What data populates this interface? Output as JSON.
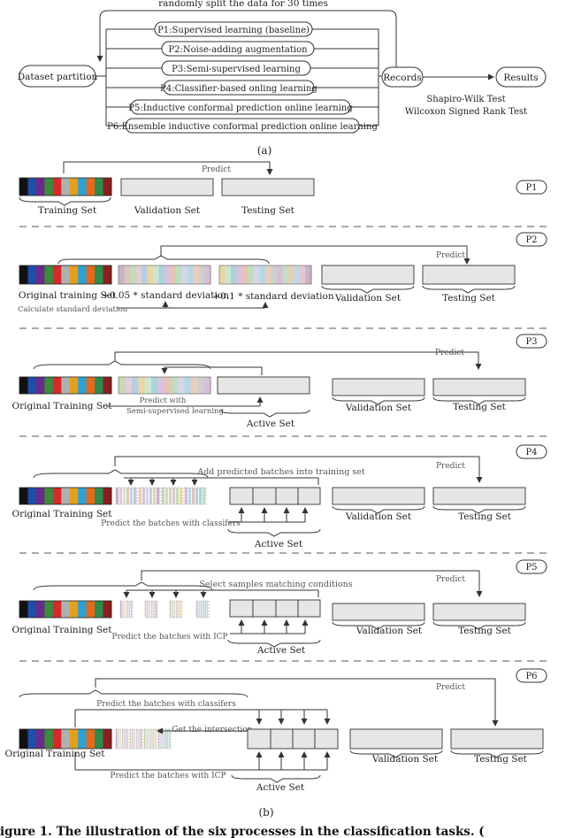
{
  "part_a": {
    "top_label": "randomly split the data for 30 times",
    "dataset_partition": "Dataset partition",
    "processes": [
      "P1:Supervised learning (baseline)",
      "P2:Noise-adding augmentation",
      "P3:Semi-supervised learning",
      "P4:Classifier-based onling learning",
      "P5:Inductive conformal prediction online learning",
      "P6:Ensemble inductive conformal prediction online learning"
    ],
    "records": "Records",
    "results": "Results",
    "test1": "Shapiro-Wilk Test",
    "test2": "Wilcoxon Signed Rank Test",
    "sublabel": "(a)"
  },
  "colors": {
    "bar": [
      "#111111",
      "#1f4ea8",
      "#6a2a8c",
      "#3c8a3c",
      "#d42a2a",
      "#b0b0b0",
      "#e0a020",
      "#30a0d0",
      "#e06a20",
      "#2f8a4a",
      "#8a1f1f"
    ],
    "noise": [
      "#c9b3c9",
      "#d8c6c0",
      "#c7d9b5",
      "#e4ccd8",
      "#b7cfe0",
      "#e8d7a8",
      "#cfe5d4",
      "#a9d4d9",
      "#d9c2e0",
      "#e6c4b5",
      "#c0ddc0",
      "#d6d6ea",
      "#b9d8e6",
      "#e8cfc0",
      "#cfcfcf",
      "#d7c0d7",
      "#c6dcc6",
      "#e2d2b9",
      "#c2d6e6",
      "#e0c8d0"
    ]
  },
  "p1": {
    "badge": "P1",
    "predict": "Predict",
    "training": "Training Set",
    "validation": "Validation Set",
    "testing": "Testing Set"
  },
  "p2": {
    "badge": "P2",
    "predict": "Predict",
    "original": "Original training Set",
    "noise1": "+0.05 * standard deviation",
    "noise2": "+0.1 * standard deviation",
    "calc": "Calculate standard deviation",
    "validation": "Validation Set",
    "testing": "Testing Set"
  },
  "p3": {
    "badge": "P3",
    "predict": "Predict",
    "original": "Original Training Set",
    "predict_with": "Predict with",
    "semi": "Semi-supervised learning",
    "active": "Active Set",
    "validation": "Validation Set",
    "testing": "Testing Set"
  },
  "p4": {
    "badge": "P4",
    "predict": "Predict",
    "add": "Add predicted batches into training set",
    "original": "Original Training Set",
    "batches": "Predict the batches with classifers",
    "active": "Active Set",
    "validation": "Validation Set",
    "testing": "Testing Set"
  },
  "p5": {
    "badge": "P5",
    "predict": "Predict",
    "select": "Select samples matching conditions",
    "original": "Original Training Set",
    "batches": "Predict the batches with ICP",
    "active": "Active Set",
    "validation": "Validation Set",
    "testing": "Testing Set"
  },
  "p6": {
    "badge": "P6",
    "predict": "Predict",
    "classifiers": "Predict the batches with classifers",
    "intersection": "Get the intersection",
    "original": "Original Training Set",
    "icp": "Predict the batches with ICP",
    "active": "Active Set",
    "validation": "Validation Set",
    "testing": "Testing Set"
  },
  "part_b": {
    "sublabel": "(b)"
  },
  "caption": "igure 1. The illustration of the six processes in the classification tasks. ("
}
